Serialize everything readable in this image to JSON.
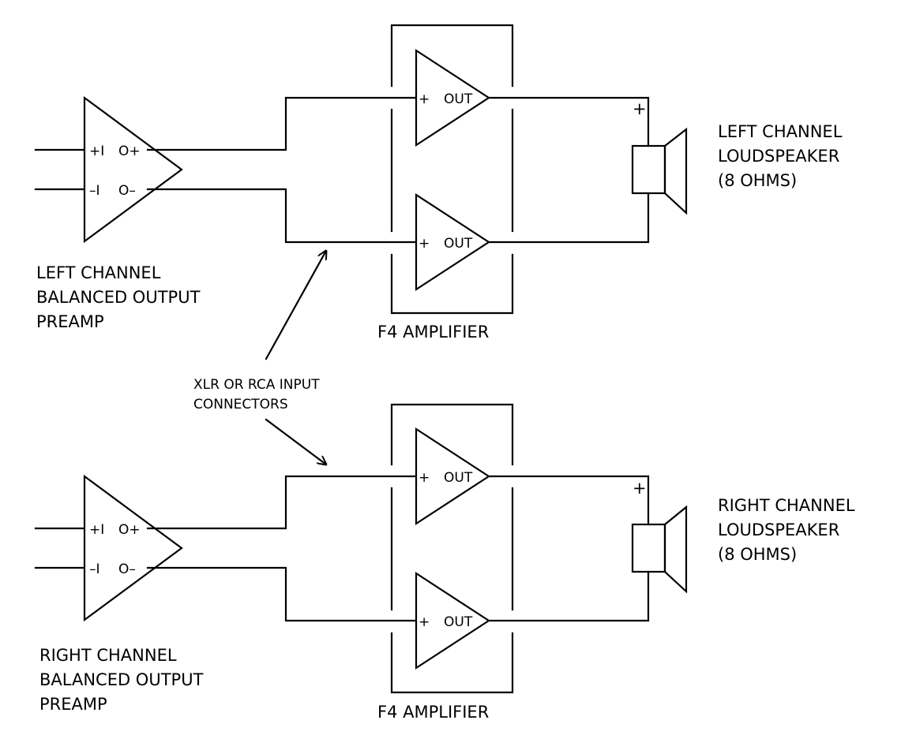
{
  "preamp_pins": {
    "in_plus": "+I",
    "in_minus": "–I",
    "out_plus": "O+",
    "out_minus": "O–"
  },
  "amp_pins": {
    "plus": "+",
    "out": "OUT"
  },
  "speaker_polarity": "+",
  "left": {
    "preamp_label": [
      "LEFT CHANNEL",
      "BALANCED OUTPUT",
      "PREAMP"
    ],
    "amp_label": "F4 AMPLIFIER",
    "speaker_label": [
      "LEFT CHANNEL",
      "LOUDSPEAKER",
      "(8 OHMS)"
    ]
  },
  "right": {
    "preamp_label": [
      "RIGHT CHANNEL",
      "BALANCED OUTPUT",
      "PREAMP"
    ],
    "amp_label": "F4 AMPLIFIER",
    "speaker_label": [
      "RIGHT CHANNEL",
      "LOUDSPEAKER",
      "(8 OHMS)"
    ]
  },
  "connector_note": [
    "XLR OR RCA INPUT",
    "CONNECTORS"
  ],
  "colors": {
    "line": "#000000",
    "background": "#ffffff"
  }
}
